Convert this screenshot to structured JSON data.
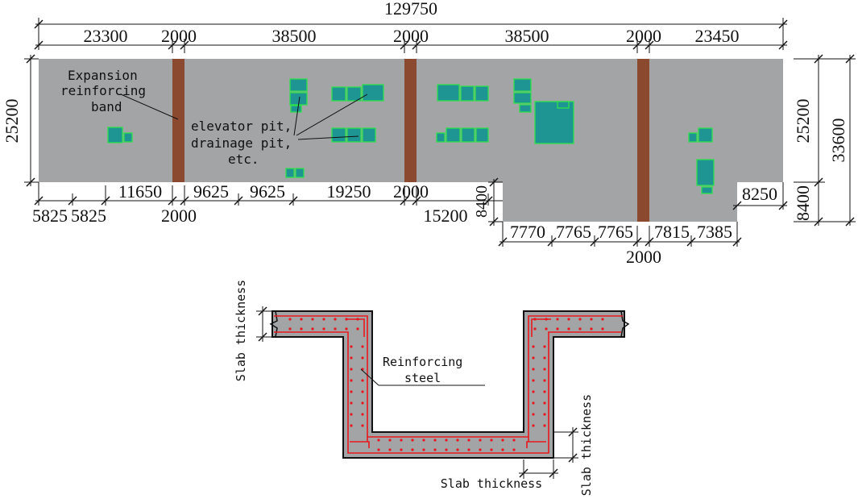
{
  "colors": {
    "slab": "#a2a4a6",
    "band": "#8b4a2f",
    "pit": "#1f9593",
    "pit_stroke": "#2fe04a",
    "rebar": "#e8181e",
    "line": "#111111"
  },
  "plan": {
    "total_length": "129750",
    "top_segments": [
      "23300",
      "2000",
      "38500",
      "2000",
      "38500",
      "2000",
      "23450"
    ],
    "bottom_left": {
      "small_a": "5825",
      "small_b": "5825",
      "seg1": "11650",
      "band": "2000",
      "seg2": "9625",
      "seg3": "9625",
      "seg4": "19250",
      "band2": "2000",
      "seg5": "15200"
    },
    "bottom_right": [
      "7770",
      "7765",
      "7765",
      "7815",
      "7385"
    ],
    "bottom_right_band": "2000",
    "right_step": "8250",
    "step_height_left": "8400",
    "width_left": "25200",
    "width_right": "25200",
    "width_right_total": "33600",
    "step_height_right": "8400",
    "labels": {
      "band_lines": [
        "Expansion",
        "reinforcing",
        "band"
      ],
      "pit_lines": [
        "elevator pit,",
        "drainage pit,",
        "etc."
      ]
    }
  },
  "section": {
    "reinforcing_lines": [
      "Reinforcing",
      "steel"
    ],
    "slab_left": "Slab thickness",
    "slab_right": "Slab thickness",
    "slab_bottom": "Slab thickness"
  }
}
